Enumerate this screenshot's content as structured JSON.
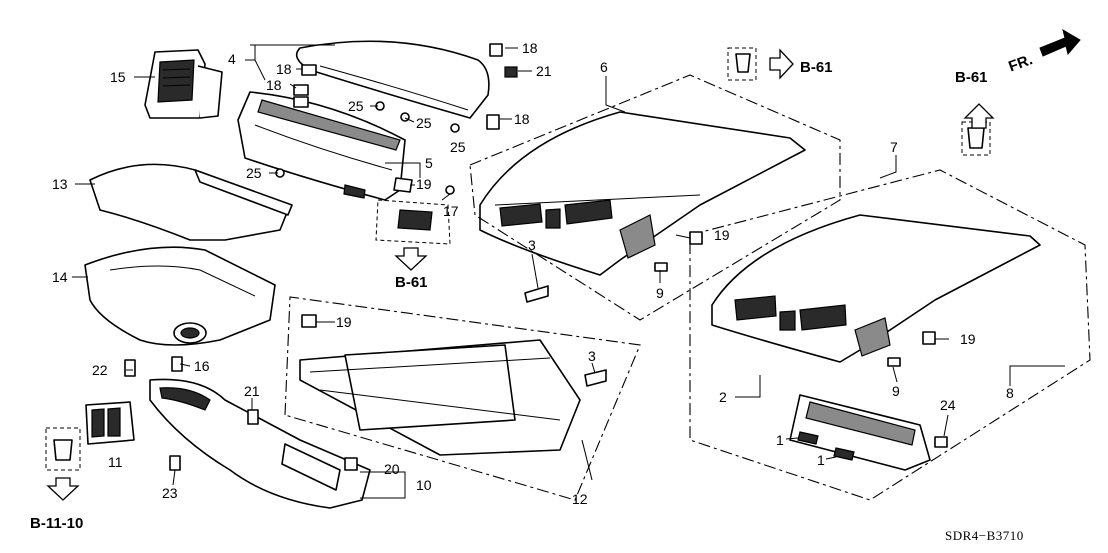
{
  "callouts": [
    "1",
    "1",
    "2",
    "3",
    "3",
    "4",
    "5",
    "6",
    "7",
    "8",
    "9",
    "9",
    "10",
    "11",
    "12",
    "13",
    "14",
    "15",
    "16",
    "17",
    "18",
    "18",
    "18",
    "18",
    "19",
    "19",
    "19",
    "19",
    "20",
    "21",
    "21",
    "22",
    "23",
    "24",
    "25",
    "25",
    "25",
    "25"
  ],
  "references": {
    "b61_top": "B-61",
    "b61_right": "B-61",
    "b61_center": "B-61",
    "b1110": "B-11-10"
  },
  "front_marker": "FR.",
  "diagram_code": "SDR4−B3710"
}
